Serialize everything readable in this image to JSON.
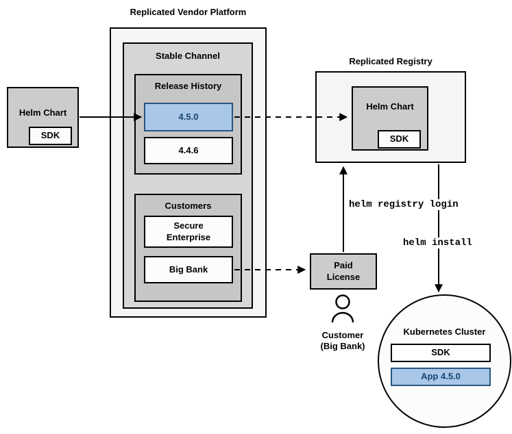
{
  "colors": {
    "blue_fill": "#a9c7e8",
    "blue_border": "#28547e",
    "blue_text": "#17456f",
    "gray_light": "#f5f5f5",
    "gray_mid": "#d6d6d6",
    "gray_dark": "#c6c6c6",
    "gray_unit": "#cccccc",
    "white_box": "#fcfcfc"
  },
  "source_chart": {
    "label": "Helm Chart",
    "sdk": "SDK"
  },
  "platform": {
    "title": "Replicated Vendor Platform",
    "channel": {
      "title": "Stable Channel",
      "release_history": {
        "title": "Release History",
        "releases": [
          {
            "version": "4.5.0"
          },
          {
            "version": "4.4.6"
          }
        ]
      },
      "customers": {
        "title": "Customers",
        "items": [
          "Secure Enterprise",
          "Big Bank"
        ]
      }
    }
  },
  "registry": {
    "title": "Replicated Registry",
    "chart": {
      "label": "Helm Chart",
      "sdk": "SDK"
    }
  },
  "license": {
    "label": "Paid License"
  },
  "customer": {
    "line1": "Customer",
    "line2": "(Big Bank)"
  },
  "cluster": {
    "title": "Kubernetes Cluster",
    "sdk": "SDK",
    "app": "App 4.5.0"
  },
  "commands": {
    "registry_login": "helm registry login",
    "install": "helm install"
  }
}
